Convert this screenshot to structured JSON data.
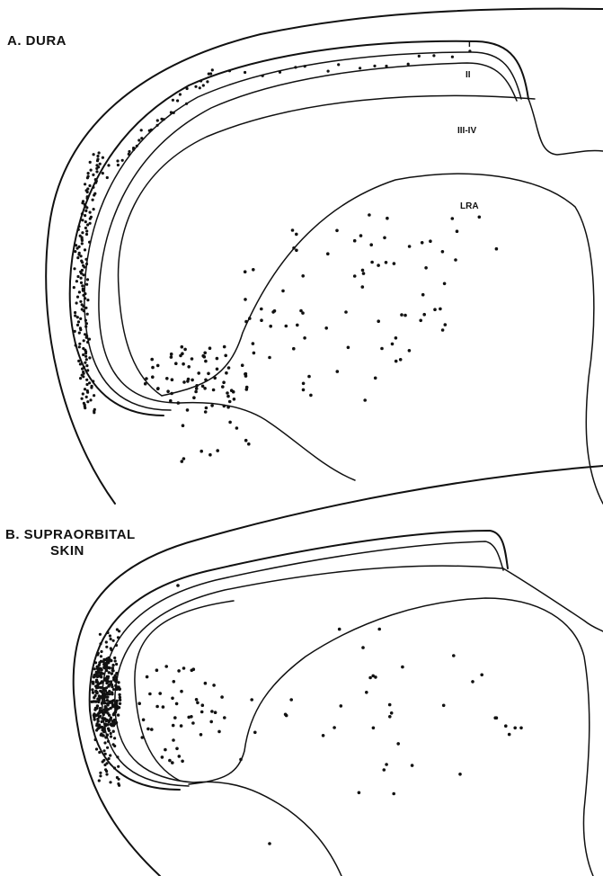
{
  "panels": {
    "a": {
      "title": "A. DURA",
      "regions": {
        "lamina_1": "I",
        "lamina_2": "II",
        "lamina_3_4": "III-IV",
        "lra": "LRA"
      }
    },
    "b": {
      "title_line1": "B. SUPRAORBITAL",
      "title_line2": "SKIN"
    }
  },
  "colors": {
    "ink": "#111111",
    "background": "#ffffff"
  }
}
